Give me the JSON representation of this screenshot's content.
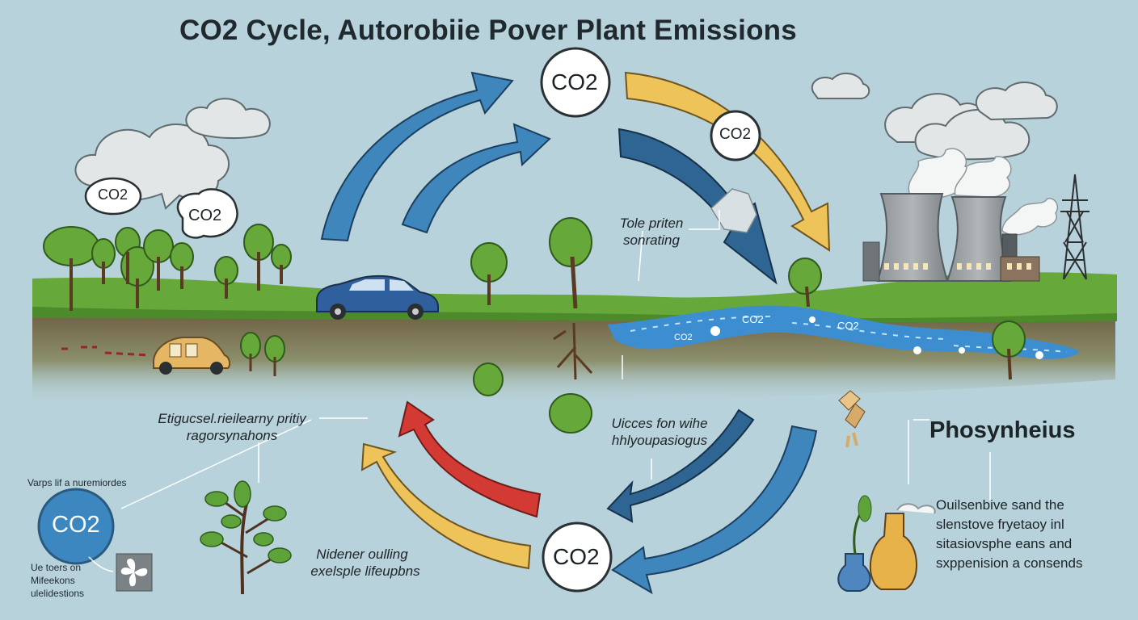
{
  "title": "CO2 Cycle, Autorobiie Pover Plant Emissions",
  "co2_label": "CO2",
  "labels": {
    "upper_right": [
      "Tole priten",
      "sonrating"
    ],
    "left_middle": [
      "Etigucsel.rieilearny pritiy",
      "ragorsynahons"
    ],
    "center_lower": [
      "Uicces fon wihe",
      "hhlyoupasiogus"
    ],
    "bottom_left": [
      "Nidener oulling",
      "exelsple lifeupbns"
    ],
    "far_left_top": "Varps lif a nuremiordes",
    "far_left_bottom": [
      "Ue toers on",
      "Mifeekons",
      "ulelidestions"
    ]
  },
  "photosynthesis": {
    "heading": "Phosynheius",
    "description": [
      "Ouilsenbive sand the",
      "slenstove fryetaoy inl",
      "sitasiovsphe eans and",
      "sxppenision a consends"
    ]
  },
  "colors": {
    "sky": "#b7d2da",
    "blue_arrow": "#3f86bd",
    "dark_blue_arrow": "#2f6593",
    "yellow_arrow": "#eec35a",
    "red_arrow": "#d33a33",
    "grass": "#67a83a",
    "soil": "#6b5a3e",
    "river": "#3c8ed0",
    "co2_circle_blue": "#3d87c0"
  },
  "icons": {
    "car": "car-icon",
    "tree": "tree-icon",
    "cloud": "cloud-icon",
    "factory": "power-plant-icon",
    "pylon": "power-pylon-icon",
    "flask": "flask-icon",
    "sapling": "sapling-icon"
  }
}
